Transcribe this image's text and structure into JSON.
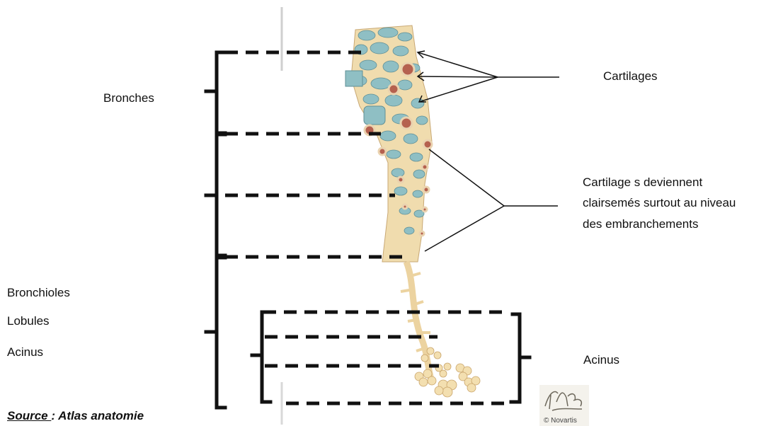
{
  "labels": {
    "bronches": "Bronches",
    "cartilages": "Cartilages",
    "cartilages_sparse": [
      "Cartilage s deviennent",
      "clairsemés surtout au niveau",
      "des embranchements"
    ],
    "bronchioles": "Bronchioles",
    "lobules": "Lobules",
    "acinus_left": "Acinus",
    "acinus_right": "Acinus"
  },
  "source": {
    "prefix": "Source ",
    "rest": ": Atlas anatomie"
  },
  "watermark": {
    "signature": "F. Netter M.D.",
    "copyright": "© Novartis"
  },
  "colors": {
    "line": "#111111",
    "cartilage": "#8fbfc4",
    "tissue": "#f0dcae",
    "bronchus_lumen": "#b5614f"
  }
}
